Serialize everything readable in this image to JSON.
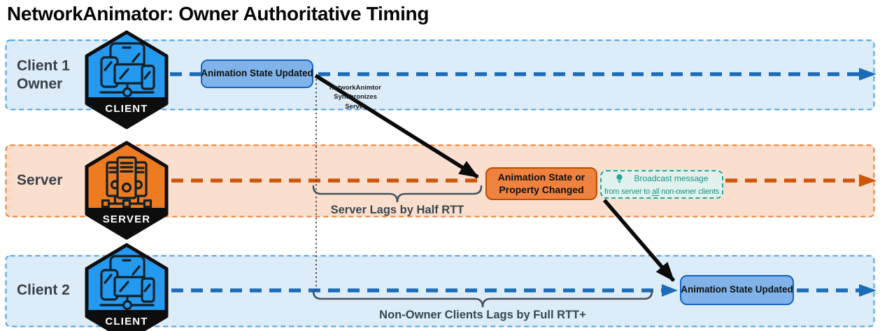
{
  "title": "NetworkAnimator: Owner Authoritative Timing",
  "lanes": [
    {
      "label1": "Client 1",
      "label2": "Owner",
      "badge": "CLIENT"
    },
    {
      "label1": "Server",
      "badge": "SERVER"
    },
    {
      "label1": "Client 2",
      "badge": "CLIENT"
    }
  ],
  "events": {
    "client1": "Animation State Updated",
    "server_line1": "Animation State or",
    "server_line2": "Property Changed",
    "client2": "Animation State Updated"
  },
  "notes": {
    "sync_line1": "NetworkAnimtor",
    "sync_line2": "Synchronizes",
    "sync_line3": "Server",
    "server_lag": "Server Lags by Half RTT",
    "nonowner_lag": "Non-Owner Clients Lags by Full RTT+",
    "broadcast": {
      "line1": "Broadcast message",
      "line2_prefix": "from server to ",
      "line2_underline": "all",
      "line2_suffix": " non-owner clients"
    }
  },
  "colors": {
    "client_accent": "#1b6cb8",
    "client_border": "#4d9fe6",
    "client_fill": "#dcedf9",
    "server_accent": "#d05405",
    "server_border": "#ef7d2f",
    "server_fill": "#fbdfce",
    "box_blue_fill": "#7fb3e9",
    "box_blue_border": "#1565c0",
    "box_orange_fill": "#f0823f",
    "box_orange_border": "#bc4c00",
    "hex_blue": "#2499f0",
    "hex_orange": "#ee7a22",
    "teal_accent": "#27a398",
    "teal_text": "#169184",
    "teal_fill": "#e1f2ee",
    "brace": "#44535e",
    "ink": "#0a0a0a"
  }
}
